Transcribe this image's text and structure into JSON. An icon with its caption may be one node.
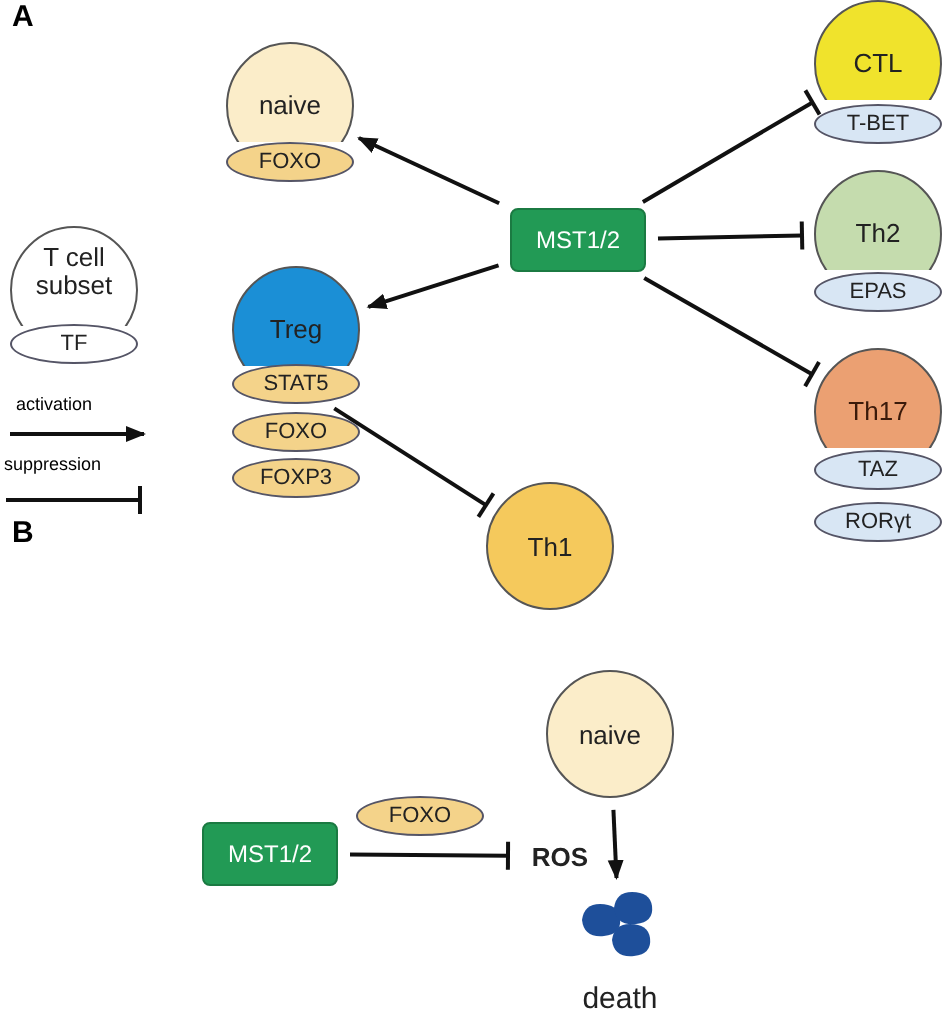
{
  "diagram": {
    "nodes": [
      {
        "text": [
          "naive"
        ]
      },
      {
        "text": [
          "FOXO"
        ]
      },
      {
        "text": [
          "Treg"
        ]
      },
      {
        "text": [
          "STAT5"
        ]
      },
      {
        "text": [
          "FOXO"
        ]
      },
      {
        "text": [
          "FOXP3"
        ]
      },
      {
        "text": [
          "MST1/2"
        ]
      },
      {
        "text": [
          "CTL"
        ]
      },
      {
        "text": [
          "T-BET"
        ]
      },
      {
        "text": [
          "Th2"
        ]
      },
      {
        "text": [
          "EPAS"
        ]
      },
      {
        "text": [
          "Th17"
        ]
      },
      {
        "text": [
          "TAZ"
        ]
      },
      {
        "text": [
          "RORγt"
        ]
      },
      {
        "text": [
          "Th1"
        ]
      },
      {
        "text": [
          "T cell subset"
        ]
      },
      {
        "text": [
          "TF"
        ]
      },
      {
        "text": [
          "naive"
        ]
      },
      {
        "text": [
          "MST1/2"
        ]
      },
      {
        "text": [
          "FOXO"
        ]
      },
      {
        "text": [
          "ROS"
        ]
      },
      {
        "text": [
          "death"
        ]
      }
    ],
    "edges": [
      {
        "from": 6,
        "to": 0,
        "arrow": "to"
      },
      {
        "from": 6,
        "to": 2,
        "arrow": "to"
      },
      {
        "from": 6,
        "to": 7,
        "arrow": "other"
      },
      {
        "from": 6,
        "to": 9,
        "arrow": "other"
      },
      {
        "from": 6,
        "to": 11,
        "arrow": "other"
      },
      {
        "from": 3,
        "to": 14,
        "arrow": "other"
      },
      {
        "from": 18,
        "to": 20,
        "arrow": "other"
      },
      {
        "from": 17,
        "to": 21,
        "arrow": "to"
      }
    ],
    "labels": [
      "A",
      "B"
    ],
    "legend": [
      {
        "text": "activation"
      },
      {
        "text": "suppression"
      }
    ]
  }
}
